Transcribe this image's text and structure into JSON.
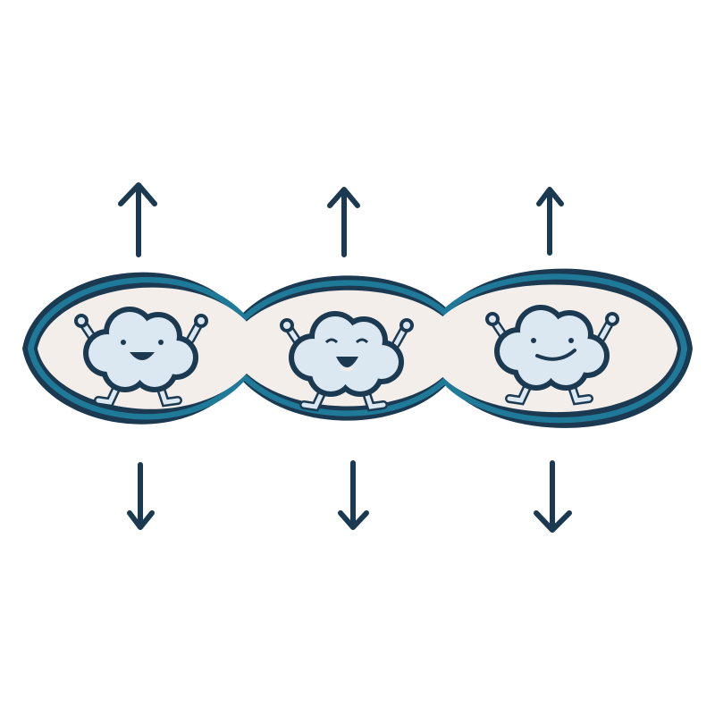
{
  "illustration": {
    "subject": "expanding-capsule-with-clouds",
    "clouds": [
      {
        "expression": "smiling"
      },
      {
        "expression": "laughing"
      },
      {
        "expression": "smirking"
      }
    ],
    "arrows_up": 3,
    "arrows_down": 3
  },
  "colors": {
    "outline": "#1b3a52",
    "accent": "#1f7a99",
    "capsule_fill": "#f3eeea",
    "cloud_fill": "#dbe8f2",
    "background": "#ffffff"
  }
}
